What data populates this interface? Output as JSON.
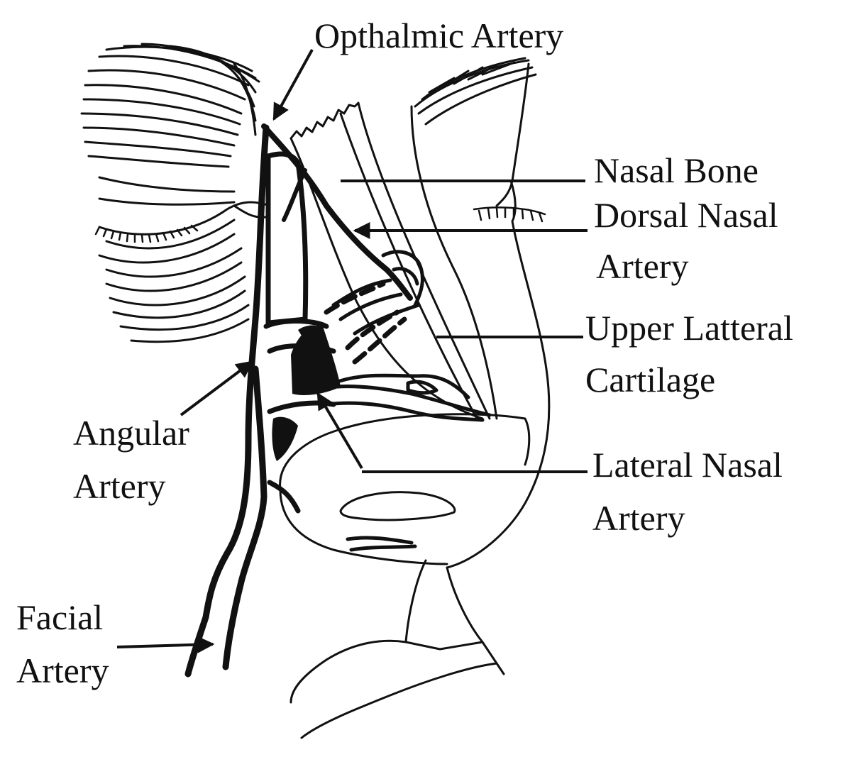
{
  "diagram": {
    "labels": {
      "ophthalmic": "Opthalmic  Artery",
      "nasal_bone": "Nasal Bone",
      "dorsal_nasal_1": "Dorsal Nasal",
      "dorsal_nasal_2": "Artery",
      "upper_lateral_1": "Upper Latteral",
      "upper_lateral_2": "Cartilage",
      "angular_1": "Angular",
      "angular_2": "Artery",
      "lateral_nasal_1": "Lateral Nasal",
      "lateral_nasal_2": "Artery",
      "facial_1": "Facial",
      "facial_2": "Artery"
    },
    "colors": {
      "ink": "#111111",
      "background": "#ffffff"
    }
  }
}
